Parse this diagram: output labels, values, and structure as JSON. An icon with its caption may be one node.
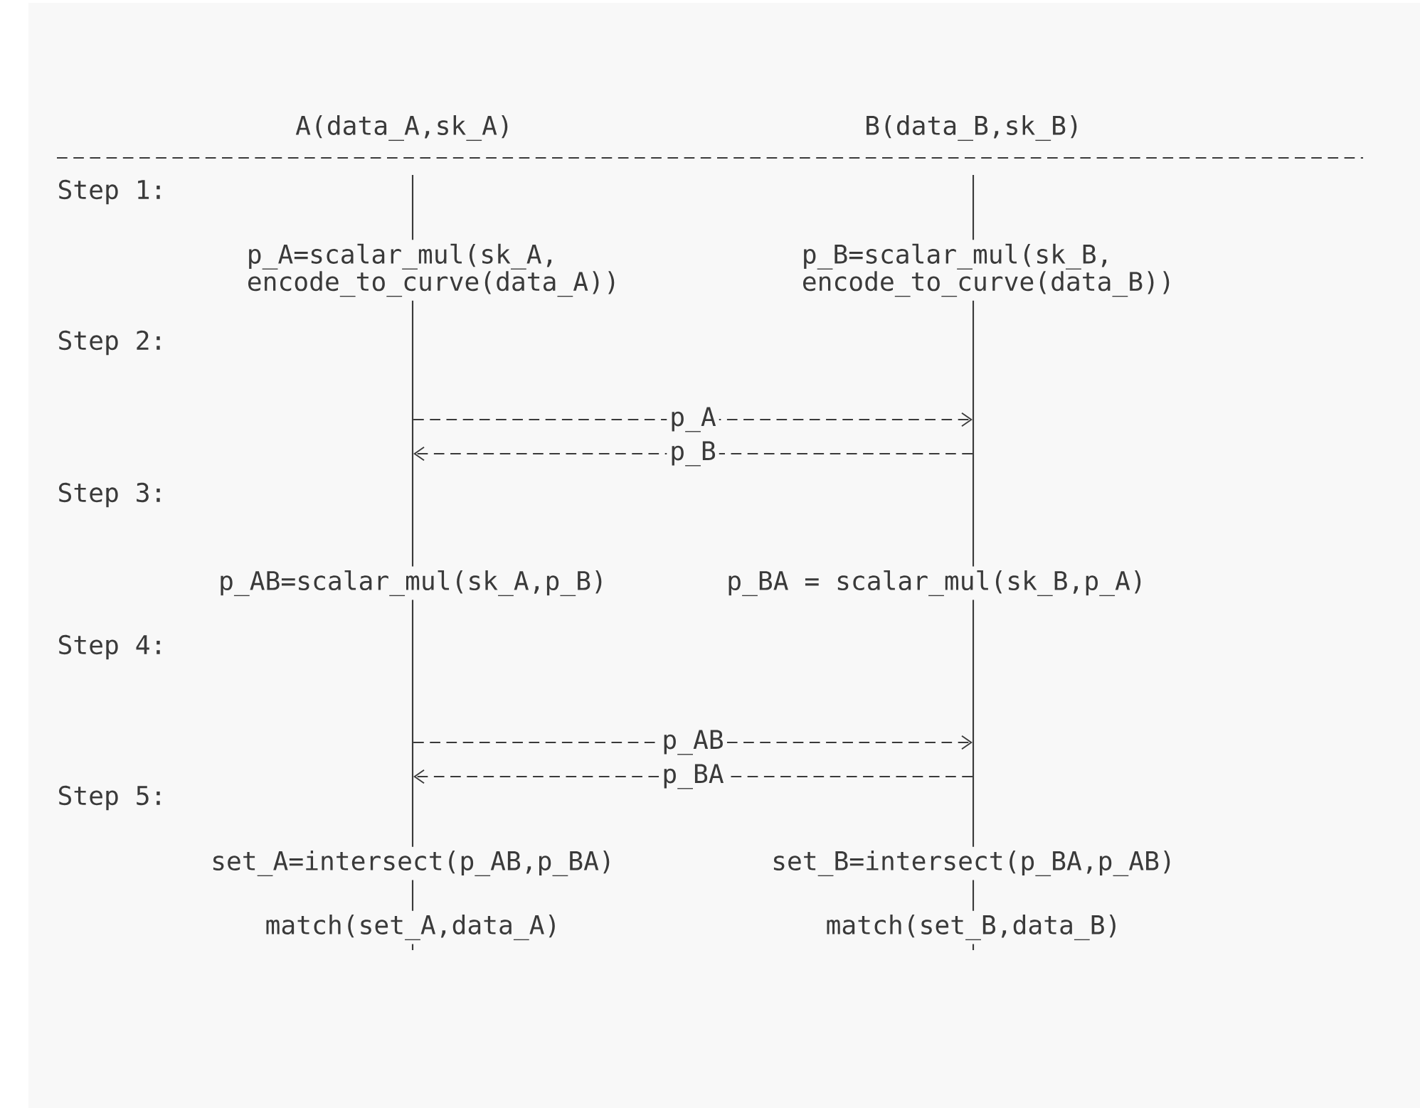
{
  "diagram": {
    "nodes": [
      {
        "text": [
          "A(data_A,sk_A)"
        ]
      },
      {
        "text": [
          "B(data_B,sk_B)"
        ]
      },
      {
        "text": [],
        "shape": "line"
      },
      {
        "text": [],
        "shape": "line"
      },
      {
        "text": [
          "p_A=scalar_mul(sk_A, encode_to_curve(data_A))"
        ]
      },
      {
        "text": [
          "p_B=scalar_mul(sk_B, encode_to_curve(data_B))"
        ]
      },
      {
        "text": [
          "p_AB=scalar_mul(sk_A,p_B)"
        ]
      },
      {
        "text": [
          "p_BA = scalar_mul(sk_B,p_A)"
        ]
      },
      {
        "text": [
          "set_A=intersect(p_AB,p_BA)"
        ]
      },
      {
        "text": [
          "set_B=intersect(p_BA,p_AB)"
        ]
      },
      {
        "text": [
          "match(set_A,data_A)"
        ]
      },
      {
        "text": [
          "match(set_B,data_B)"
        ]
      }
    ],
    "edges": [
      {
        "from": 2,
        "to": 3,
        "arrow": "to",
        "label": "p_A",
        "style": "dashed"
      },
      {
        "from": 3,
        "to": 2,
        "arrow": "to",
        "label": "p_B",
        "style": "dashed"
      },
      {
        "from": 2,
        "to": 3,
        "arrow": "to",
        "label": "p_AB",
        "style": "dashed"
      },
      {
        "from": 3,
        "to": 2,
        "arrow": "to",
        "label": "p_BA",
        "style": "dashed"
      }
    ],
    "labels": [
      "Step 1:",
      "Step 2:",
      "Step 3:",
      "Step 4:",
      "Step 5:"
    ]
  }
}
